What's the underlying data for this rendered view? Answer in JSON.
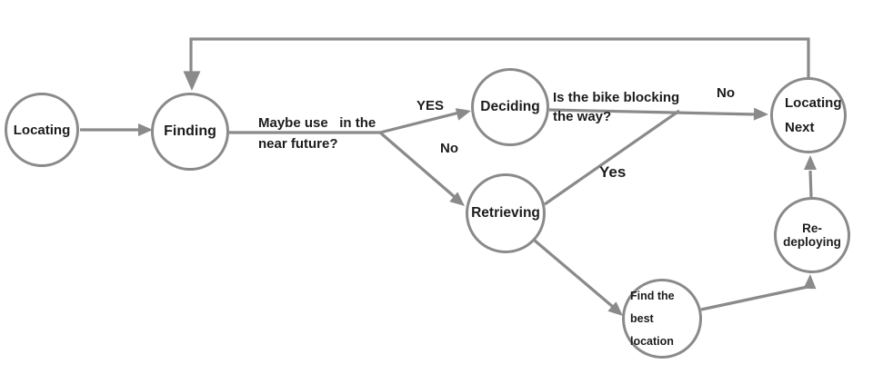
{
  "diagram": {
    "nodes": [
      {
        "id": "locating",
        "label": "Locating"
      },
      {
        "id": "finding",
        "label": "Finding"
      },
      {
        "id": "deciding",
        "label": "Deciding"
      },
      {
        "id": "retrieving",
        "label": "Retrieving"
      },
      {
        "id": "locating-next",
        "label": "Locating\nNext"
      },
      {
        "id": "re-deploying",
        "label": "Re-deploying"
      },
      {
        "id": "find-best-location",
        "label": "Find the best\nlocation"
      }
    ],
    "edge_labels": [
      {
        "id": "maybe-use-question",
        "text": "Maybe use   in the\nnear future?"
      },
      {
        "id": "yes-to-deciding",
        "text": "YES"
      },
      {
        "id": "no-to-retrieving",
        "text": "No"
      },
      {
        "id": "bike-blocking-question",
        "text": "Is the bike blocking\nthe way?"
      },
      {
        "id": "no-to-locating-next",
        "text": "No"
      },
      {
        "id": "yes-to-locating-next",
        "text": "Yes"
      }
    ]
  },
  "colors": {
    "line": "#8a8a8a",
    "text": "#1c1c1c",
    "node_fill": "#ffffff",
    "background": "#ffffff"
  }
}
